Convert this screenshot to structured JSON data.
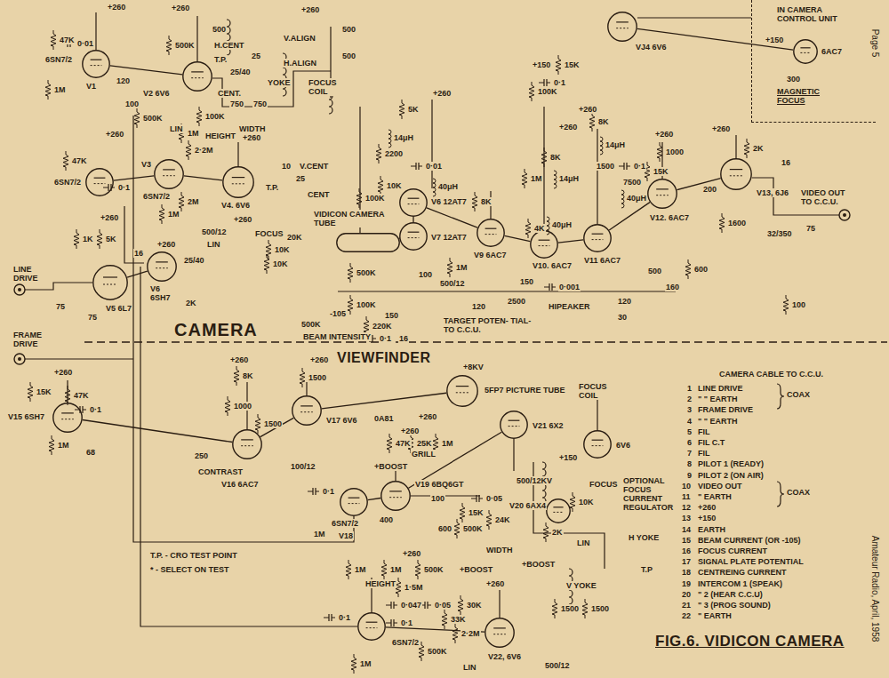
{
  "diagram": {
    "title": "FIG.6. VIDICON CAMERA",
    "nodes": [
      {
        "text": [
          "IN CAMERA CONTROL UNIT",
          "MAGNETIC FOCUS"
        ]
      },
      {
        "text": [
          "6AC7"
        ],
        "in": 0
      },
      {
        "text": [
          "6SN7/2"
        ]
      },
      {
        "text": [
          "V2 6V6"
        ]
      },
      {
        "text": [
          "V3",
          "6SN7/2"
        ]
      },
      {
        "text": [
          "V4. 6V6"
        ]
      },
      {
        "text": [
          "6SN7/2"
        ]
      },
      {
        "text": [
          "V5 6L7"
        ]
      },
      {
        "text": [
          "V6",
          "6SH7"
        ]
      },
      {
        "text": [
          "VIDICON CAMERA TUBE"
        ]
      },
      {
        "text": [
          "V6 12AT7"
        ]
      },
      {
        "text": [
          "V7 12AT7"
        ]
      },
      {
        "text": [
          "V9 6AC7"
        ]
      },
      {
        "text": [
          "V10. 6AC7"
        ]
      },
      {
        "text": [
          "V11 6AC7"
        ]
      },
      {
        "text": [
          "V12. 6AC7"
        ]
      },
      {
        "text": [
          "V13, 6J6"
        ]
      },
      {
        "text": [
          "VJ4 6V6"
        ]
      },
      {
        "text": [
          "V15 6SH7"
        ]
      },
      {
        "text": [
          "V16 6AC7"
        ]
      },
      {
        "text": [
          "V17 6V6"
        ]
      },
      {
        "text": [
          "5FP7 PICTURE TUBE"
        ]
      },
      {
        "text": [
          "V21 6X2"
        ]
      },
      {
        "text": [
          "V19 6BQ6GT"
        ]
      },
      {
        "text": [
          "V20 6AX4"
        ]
      },
      {
        "text": [
          "6V6"
        ]
      },
      {
        "text": [
          "V18",
          "6SN7/2"
        ]
      },
      {
        "text": [
          "6SN7/2"
        ]
      },
      {
        "text": [
          "V22, 6V6"
        ]
      }
    ],
    "edges": [
      {
        "from": 2,
        "to": 3,
        "arrow": "none"
      },
      {
        "from": 6,
        "to": 4,
        "arrow": "none"
      },
      {
        "from": 4,
        "to": 5,
        "arrow": "none"
      },
      {
        "from": 7,
        "to": 8,
        "arrow": "none"
      },
      {
        "from": 9,
        "to": 11,
        "arrow": "none"
      },
      {
        "from": 11,
        "to": 10,
        "arrow": "none"
      },
      {
        "from": 10,
        "to": 12,
        "arrow": "none"
      },
      {
        "from": 12,
        "to": 13,
        "arrow": "none"
      },
      {
        "from": 13,
        "to": 14,
        "arrow": "none"
      },
      {
        "from": 14,
        "to": 15,
        "arrow": "none"
      },
      {
        "from": 15,
        "to": 16,
        "arrow": "none"
      },
      {
        "from": 17,
        "to": 1,
        "arrow": "none"
      },
      {
        "from": 18,
        "to": 19,
        "arrow": "none"
      },
      {
        "from": 19,
        "to": 20,
        "arrow": "none"
      },
      {
        "from": 20,
        "to": 21,
        "arrow": "none"
      },
      {
        "from": 26,
        "to": 23,
        "arrow": "none"
      },
      {
        "from": 23,
        "to": 22,
        "arrow": "none"
      },
      {
        "from": 27,
        "to": 28,
        "arrow": "none"
      }
    ],
    "labels": [
      "+260",
      "47K",
      "1M",
      "V1",
      "0·01",
      "+260",
      "500K",
      "120",
      "100",
      "500",
      "H.CENT",
      "25",
      "25/40",
      "T.P.",
      "CENT.",
      "+260",
      "500",
      "500",
      "V.ALIGN",
      "H.ALIGN",
      "YOKE",
      "750",
      "750",
      "FOCUS COIL",
      "500K",
      "100K",
      "LIN",
      "WIDTH",
      "+260",
      "47K",
      "0·1",
      "1M",
      "HEIGHT",
      "+260",
      "2·2M",
      "2M",
      "1M",
      "V.CENT",
      "25",
      "CENT",
      "T.P.",
      "10",
      "+260",
      "500/12",
      "FOCUS",
      "LIN",
      "20K",
      "10K",
      "10K",
      "+260",
      "1K",
      "5K",
      "16",
      "+260",
      "25/40",
      "LINE DRIVE",
      "75",
      "75",
      "FRAME DRIVE",
      "2K",
      "+260",
      "5K",
      "14μH",
      "2200",
      "0·01",
      "10K",
      "40μH",
      "100K",
      "100",
      "500/12",
      "1M",
      "500K",
      "100K",
      "150",
      "220K",
      "-105",
      "500K",
      "BEAM INTENSITY",
      "0·1",
      "16",
      "TARGET POTEN- TIAL-TO C.C.U.",
      "120",
      "8K",
      "4K",
      "1M",
      "40μH",
      "150",
      "0·001",
      "2500",
      "HIPEAKER",
      "100K",
      "+150",
      "15K",
      "0·1",
      "+260",
      "+260",
      "8K",
      "14μH",
      "1500",
      "8K",
      "14μH",
      "7500",
      "40μH",
      "120",
      "30",
      "0·1",
      "+260",
      "1000",
      "15K",
      "500",
      "160",
      "200",
      "+260",
      "2K",
      "16",
      "1600",
      "32/350",
      "VIDEO OUT TO C.C.U.",
      "75",
      "600",
      "100",
      "+150",
      "300",
      "CAMERA",
      "VIEWFINDER",
      "+260",
      "8K",
      "+260",
      "1500",
      "+260",
      "15K",
      "47K",
      "0·1",
      "1M",
      "68",
      "1000",
      "1500",
      "100/12",
      "250",
      "CONTRAST",
      "+8KV",
      "0A81",
      "+260",
      "+260",
      "47K",
      "25K",
      "1M",
      "GRILL",
      "500/12KV",
      "FOCUS COIL",
      "+150",
      "FOCUS",
      "+BOOST",
      "100",
      "400",
      "0·05",
      "15K",
      "24K",
      "500K",
      "600",
      "OPTIONAL FOCUS CURRENT REGULATOR",
      "10K",
      "2K",
      "LIN",
      "H YOKE",
      "WIDTH",
      "+260",
      "+BOOST",
      "T.P",
      "0·1",
      "1M",
      "T.P. - CRO TEST POINT",
      "* - SELECT ON TEST",
      "1M",
      "1M",
      "500K",
      "+BOOST",
      "HEIGHT",
      "1·5M",
      "+260",
      "0·047",
      "0·05",
      "30K",
      "0·1",
      "33K",
      "V YOKE",
      "1500",
      "1500",
      "2·2M",
      "500K",
      "LIN",
      "500/12",
      "0·1",
      "1M",
      "CAMERA CABLE TO C.C.U.",
      "1",
      "LINE DRIVE",
      "2",
      "\" \" EARTH",
      "3",
      "FRAME DRIVE",
      "4",
      "\" \" EARTH",
      "5",
      "FIL",
      "6",
      "FIL C.T",
      "7",
      "FIL",
      "8",
      "PILOT 1 (READY)",
      "9",
      "PILOT 2 (ON AIR)",
      "10",
      "VIDEO OUT",
      "11",
      "\" EARTH",
      "12",
      "+260",
      "13",
      "+150",
      "14",
      "EARTH",
      "15",
      "BEAM CURRENT (OR -105)",
      "16",
      "FOCUS CURRENT",
      "17",
      "SIGNAL PLATE POTENTIAL",
      "18",
      "CENTREING CURRENT",
      "19",
      "INTERCOM 1 (SPEAK)",
      "20",
      "\" 2 (HEAR C.C.U)",
      "21",
      "\" 3 (PROG SOUND)",
      "22",
      "\" EARTH",
      "COAX",
      "COAX",
      "Page 5",
      "Amateur Radio, April, 1958"
    ]
  }
}
